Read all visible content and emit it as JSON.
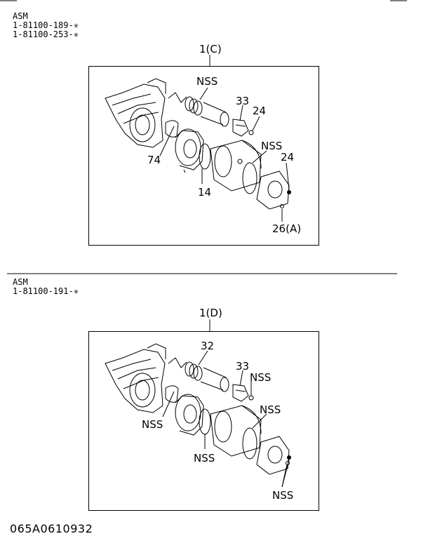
{
  "section1": {
    "asm_label": "ASM",
    "part_numbers": [
      "1-81100-189-✳",
      "1-81100-253-✳"
    ],
    "assembly_ref": "1(C)",
    "callouts": {
      "nss": "NSS",
      "c33": "33",
      "c24a": "24",
      "nss2": "NSS",
      "c24b": "24",
      "c74": "74",
      "c14": "14",
      "c26": "26(A)"
    }
  },
  "section2": {
    "asm_label": "ASM",
    "part_numbers": [
      "1-81100-191-✳"
    ],
    "assembly_ref": "1(D)",
    "callouts": {
      "c32": "32",
      "c33": "33",
      "nss1": "NSS",
      "nss2": "NSS",
      "nss3": "NSS",
      "nss4": "NSS",
      "nss5": "NSS"
    }
  },
  "footer_code": "065A0610932"
}
